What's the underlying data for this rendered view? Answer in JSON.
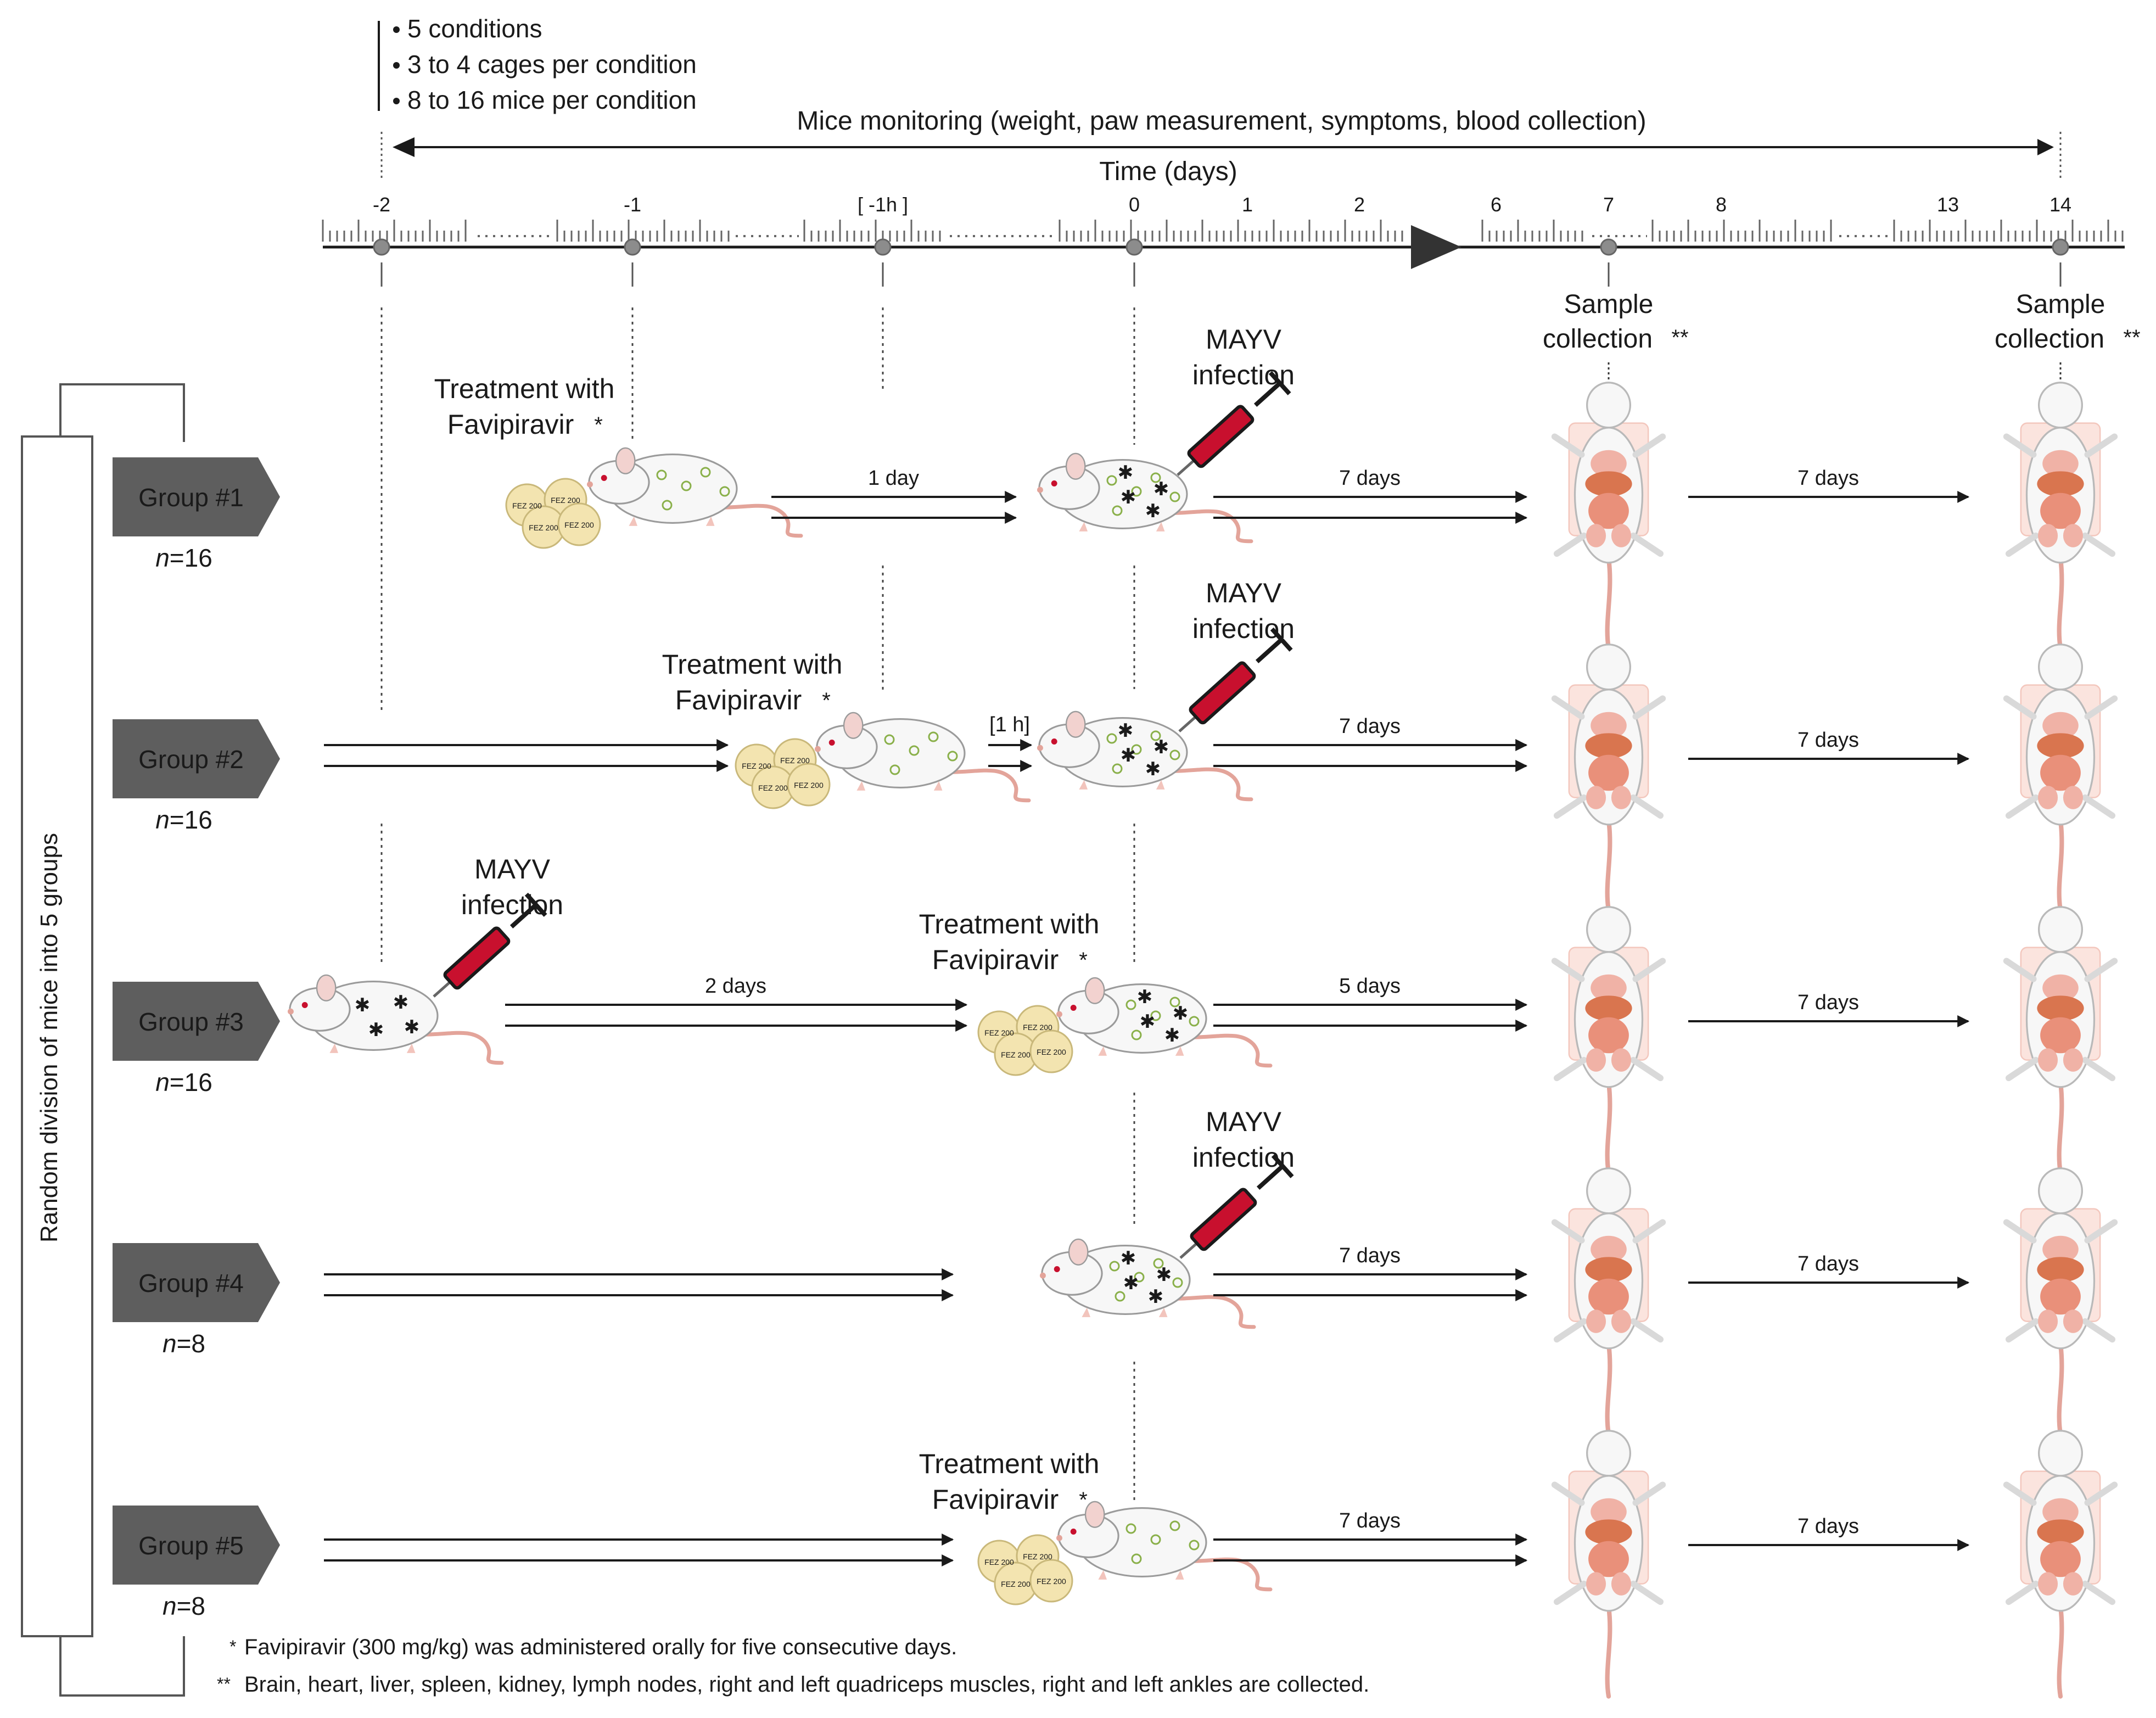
{
  "header": {
    "bullets": [
      "5 conditions",
      "3 to 4 cages per condition",
      "8 to 16 mice per condition"
    ],
    "monitoring": "Mice monitoring (weight, paw measurement, symptoms, blood collection)",
    "time_title": "Time (days)"
  },
  "timeline": {
    "ticks": [
      "-2",
      "-1",
      "[ -1h ]",
      "0",
      "1",
      "2",
      "6",
      "7",
      "8",
      "13",
      "14"
    ],
    "sample_collection_line1": "Sample",
    "sample_collection_line2": "collection",
    "double_asterisk": "**"
  },
  "side_label": "Random division of mice into 5 groups",
  "labels": {
    "treatment_line1": "Treatment with",
    "treatment_line2": "Favipiravir",
    "infection_line1": "MAYV",
    "infection_line2": "infection",
    "asterisk": "*"
  },
  "groups": [
    {
      "name": "Group #1",
      "n_label": "n",
      "n_value": "=16",
      "intervals": [
        "1 day",
        "7 days",
        "7 days"
      ]
    },
    {
      "name": "Group #2",
      "n_label": "n",
      "n_value": "=16",
      "intervals": [
        "[1 h]",
        "7 days",
        "7 days"
      ]
    },
    {
      "name": "Group #3",
      "n_label": "n",
      "n_value": "=16",
      "intervals": [
        "2 days",
        "5 days",
        "7 days"
      ]
    },
    {
      "name": "Group #4",
      "n_label": "n",
      "n_value": "=8",
      "intervals": [
        "7 days",
        "7 days"
      ]
    },
    {
      "name": "Group #5",
      "n_label": "n",
      "n_value": "=8",
      "intervals": [
        "7 days",
        "7 days"
      ]
    }
  ],
  "pill_text": "FEZ 200",
  "footnotes": [
    {
      "mark": "*",
      "text": "Favipiravir (300 mg/kg) was administered orally for five consecutive days."
    },
    {
      "mark": "**",
      "text": "Brain, heart, liver, spleen, kidney, lymph nodes, right and left quadriceps muscles, right and left ankles are collected."
    }
  ],
  "colors": {
    "group_box": "#5e5e5e",
    "syringe": "#c8102e",
    "infection_spot": "#e0141e",
    "treatment_spot": "#8ab04a",
    "mouse_tail": "#e3a49a",
    "pill": "#f3e4b0",
    "organ": "#e9907a"
  }
}
